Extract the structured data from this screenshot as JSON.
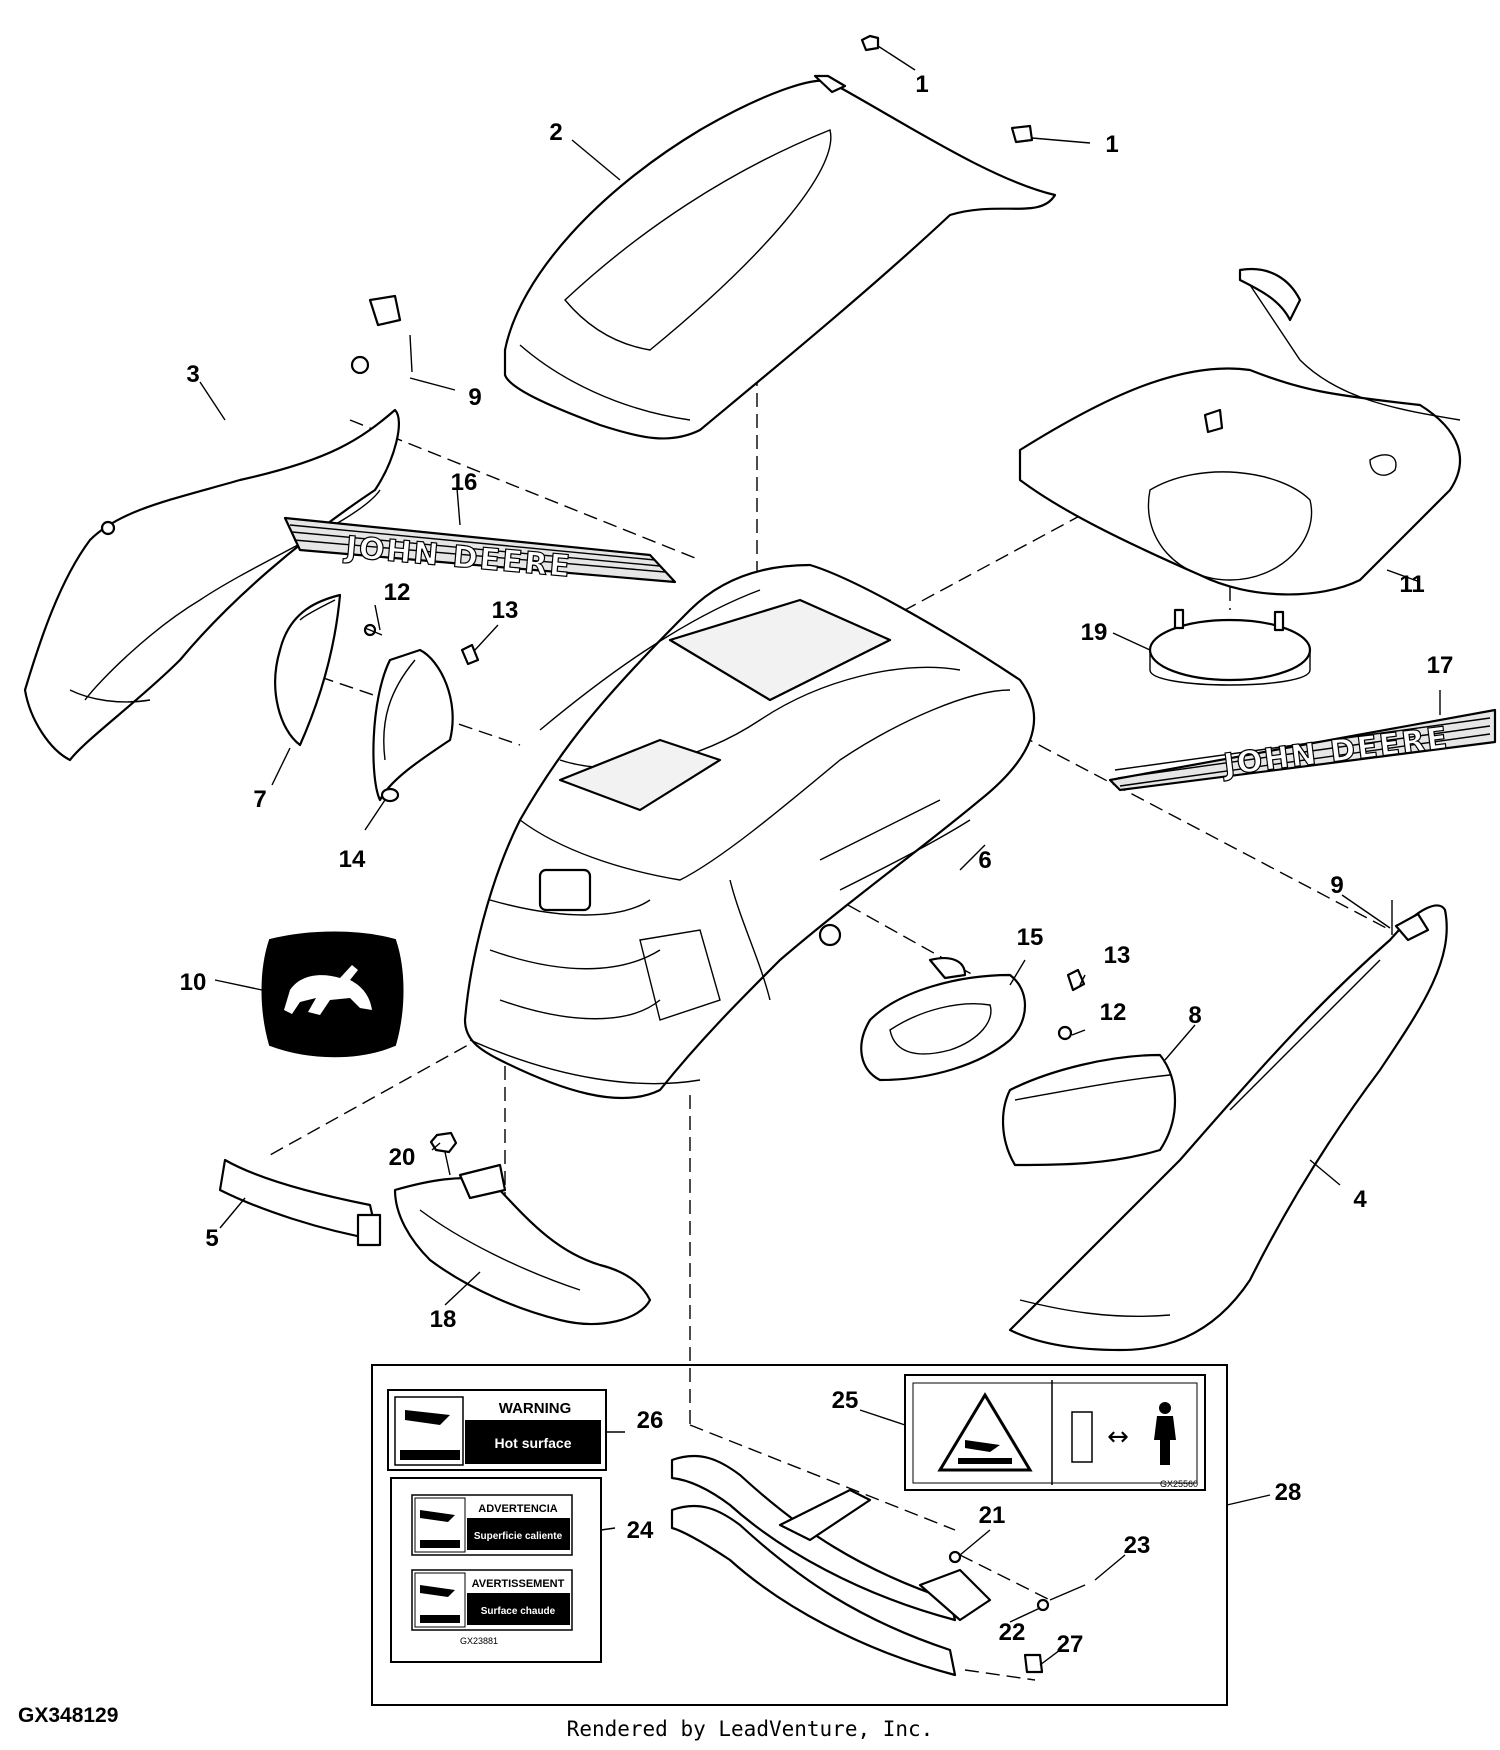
{
  "figure_id": "GX348129",
  "footer": "Rendered by LeadVenture, Inc.",
  "decal_text": "JOHN DEERE",
  "warning_labels": {
    "english": {
      "heading": "WARNING",
      "text": "Hot surface"
    },
    "spanish": {
      "heading": "ADVERTENCIA",
      "text": "Superficie caliente"
    },
    "french": {
      "heading": "AVERTISSEMENT",
      "text": "Surface chaude"
    },
    "label_set_code": "GX23881",
    "pictorial_code": "GX25560"
  },
  "callouts": [
    "1",
    "1",
    "2",
    "3",
    "4",
    "5",
    "6",
    "7",
    "8",
    "9",
    "9",
    "10",
    "11",
    "12",
    "12",
    "13",
    "13",
    "14",
    "15",
    "16",
    "17",
    "18",
    "19",
    "20",
    "21",
    "22",
    "23",
    "24",
    "25",
    "26",
    "27",
    "28"
  ]
}
